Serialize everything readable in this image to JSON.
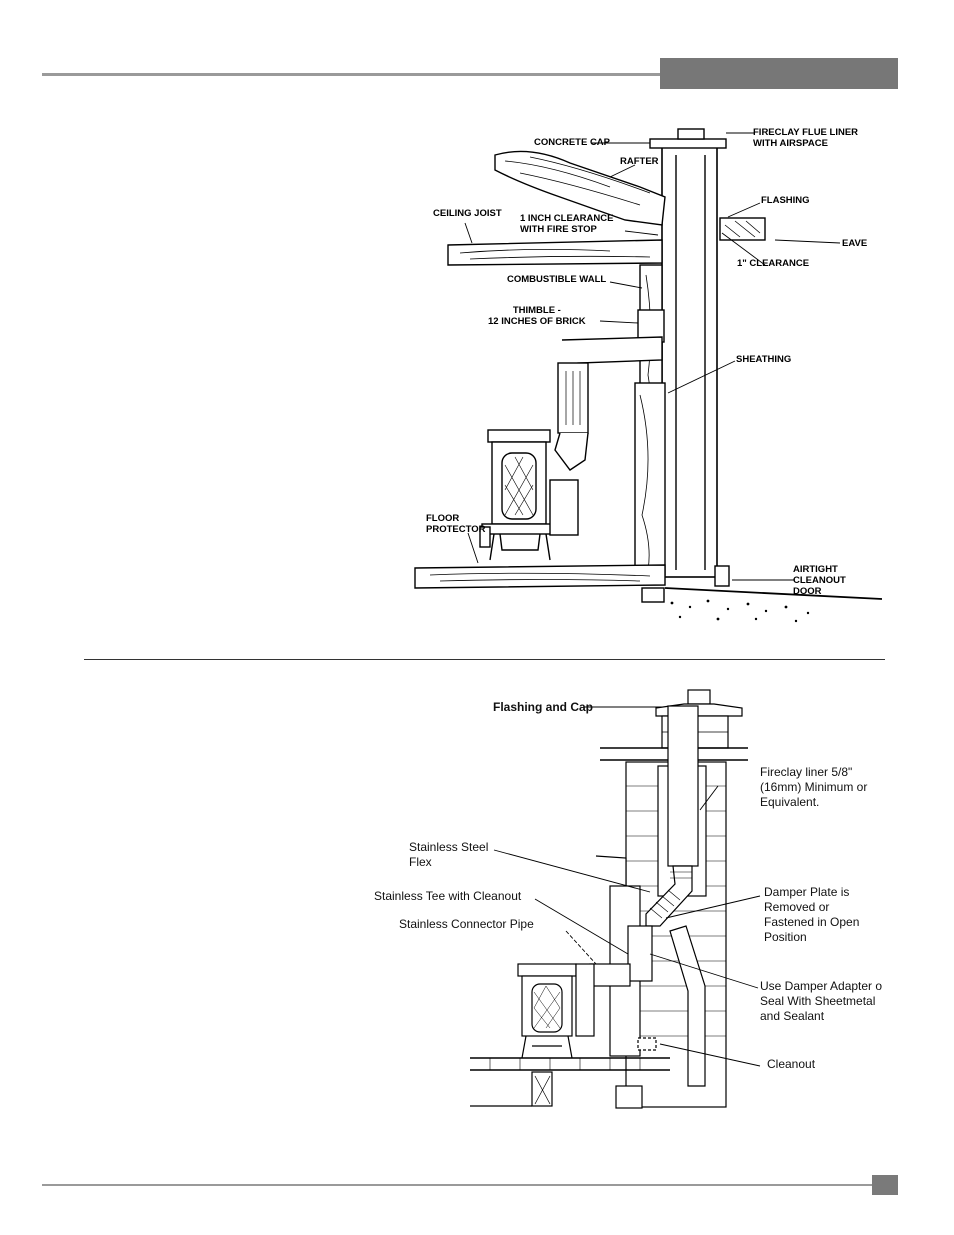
{
  "figure1": {
    "labels": {
      "concrete_cap": "CONCRETE CAP",
      "fireclay_liner": "FIRECLAY FLUE LINER\nWITH AIRSPACE",
      "rafter": "RAFTER",
      "flashing": "FLASHING",
      "ceiling_joist": "CEILING JOIST",
      "clearance_fire_stop": "1 INCH CLEARANCE\nWITH FIRE STOP",
      "eave": "EAVE",
      "one_inch_clearance": "1\" CLEARANCE",
      "combustible_wall": "COMBUSTIBLE WALL",
      "thimble": "THIMBLE -\n12 INCHES OF BRICK",
      "sheathing": "SHEATHING",
      "floor_protector": "FLOOR\nPROTECTOR",
      "cleanout_door": "AIRTIGHT\nCLEANOUT\nDOOR"
    }
  },
  "figure2": {
    "labels": {
      "flashing_cap": "Flashing and Cap",
      "fireclay_liner": "Fireclay liner 5/8\"\n(16mm) Minimum or\nEquivalent.",
      "stainless_flex": "Stainless Steel\nFlex",
      "stainless_tee": "Stainless Tee with Cleanout",
      "damper_plate": "Damper Plate is\nRemoved or\nFastened in Open\nPosition",
      "connector_pipe": "Stainless Connector Pipe",
      "damper_adapter": "Use Damper Adapter o\nSeal With Sheetmetal\nand Sealant",
      "cleanout": "Cleanout"
    }
  }
}
